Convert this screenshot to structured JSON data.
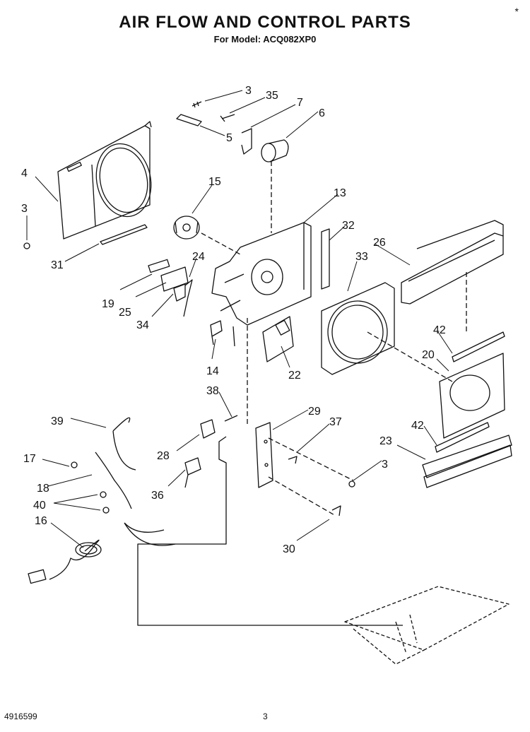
{
  "title": "AIR FLOW AND CONTROL PARTS",
  "subtitle": "For Model: ACQ082XP0",
  "corner_mark": "*",
  "footer": {
    "doc_number": "4916599",
    "page": "3"
  },
  "callouts": [
    "3",
    "35",
    "7",
    "6",
    "5",
    "4",
    "3",
    "31",
    "15",
    "13",
    "32",
    "26",
    "33",
    "24",
    "19",
    "25",
    "34",
    "14",
    "22",
    "42",
    "20",
    "38",
    "29",
    "37",
    "39",
    "28",
    "17",
    "36",
    "18",
    "40",
    "16",
    "3",
    "30",
    "42",
    "23"
  ]
}
